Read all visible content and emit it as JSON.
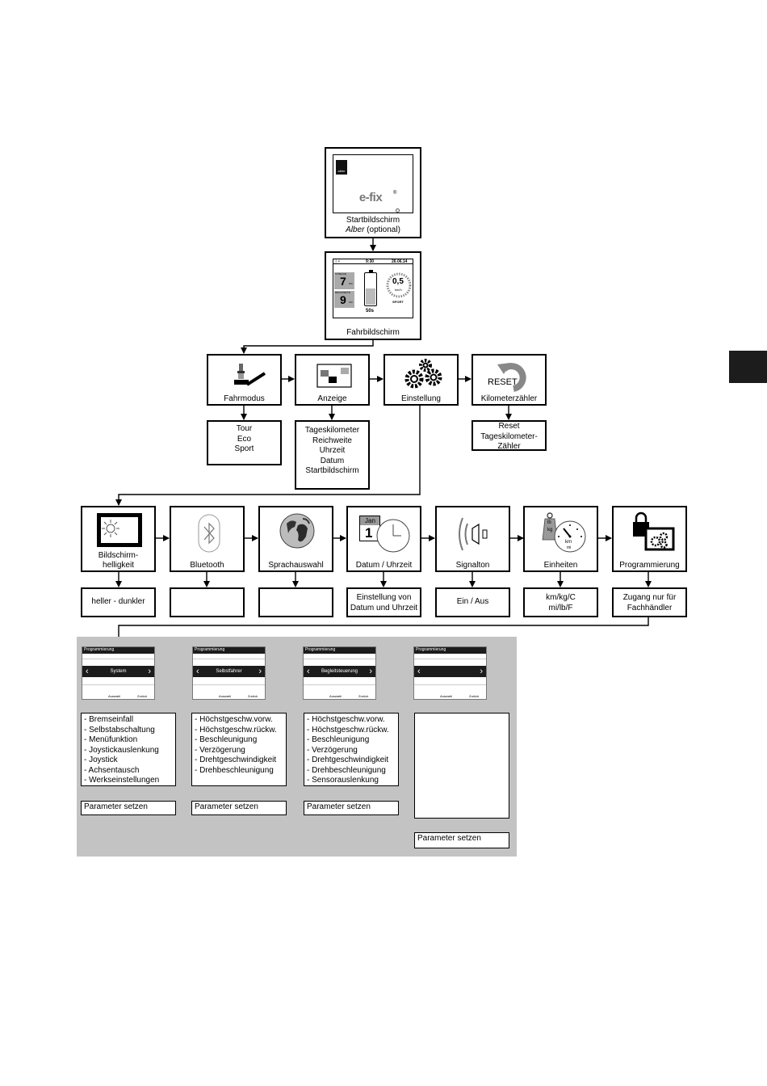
{
  "tab_color": "#1c1c1c",
  "panel_color": "#c3c3c3",
  "start": {
    "logo": "alber",
    "brand": "e-fix",
    "label_line1": "Startbildschirm",
    "label_line2_italic": "Alber",
    "label_line2_rest": "(optional)"
  },
  "drive": {
    "clock": "9:30",
    "date": "26.06.14",
    "strecke_label": "STRECKE",
    "strecke_value": "7",
    "strecke_unit": "KM",
    "reichweite_label": "REICHWEITE",
    "reichweite_value": "9",
    "reichweite_unit": "KM",
    "timer": "50s",
    "speed": "0,5",
    "speed_unit": "km/h",
    "mode": "SPORT",
    "label": "Fahrbildschirm"
  },
  "row1": [
    {
      "label": "Fahrmodus",
      "icon": "joystick-icon"
    },
    {
      "label": "Anzeige",
      "icon": "display-layout-icon"
    },
    {
      "label": "Einstellung",
      "icon": "gears-icon"
    },
    {
      "label": "Kilometerzähler",
      "icon": "reset-arrow-icon",
      "icon_text": "RESET"
    }
  ],
  "row1_details": {
    "fahrmodus": [
      "Tour",
      "Eco",
      "Sport"
    ],
    "anzeige": [
      "Tageskilometer",
      "Reichweite",
      "Uhrzeit",
      "Datum",
      "Startbildschirm"
    ],
    "km": [
      "Reset",
      "Tageskilometer-",
      "Zähler"
    ]
  },
  "row2": [
    {
      "label_lines": [
        "Bildschirm-",
        "helligkeit"
      ],
      "icon": "sun-icon"
    },
    {
      "label_lines": [
        "Bluetooth"
      ],
      "icon": "bluetooth-icon"
    },
    {
      "label_lines": [
        "Sprachauswahl"
      ],
      "icon": "globe-icon"
    },
    {
      "label_lines": [
        "Datum / Uhrzeit"
      ],
      "icon": "calendar-clock-icon",
      "cal_month": "Jan",
      "cal_day": "1"
    },
    {
      "label_lines": [
        "Signalton"
      ],
      "icon": "speaker-icon"
    },
    {
      "label_lines": [
        "Einheiten"
      ],
      "icon": "weight-speed-icon",
      "weight_text": "lb\nkg",
      "gauge_text": "km\nmi"
    },
    {
      "label_lines": [
        "Programmierung"
      ],
      "icon": "lock-gears-icon"
    }
  ],
  "row2_details": [
    [
      "heller - dunkler"
    ],
    [],
    [],
    [
      "Einstellung von",
      "Datum und Uhrzeit"
    ],
    [
      "Ein / Aus"
    ],
    [
      "km/kg/C",
      "mi/lb/F"
    ],
    [
      "Zugang nur für",
      "Fachhändler"
    ]
  ],
  "prog": {
    "screens": [
      {
        "title": "Programmierung",
        "selection": "System",
        "left_key": "Auswahl",
        "right_key": "Zurück"
      },
      {
        "title": "Programmierung",
        "selection": "Selbstfahrer",
        "left_key": "Auswahl",
        "right_key": "Zurück"
      },
      {
        "title": "Programmierung",
        "selection": "Begleitsteuerung",
        "left_key": "Auswahl",
        "right_key": "Zurück"
      },
      {
        "title": "Programmierung",
        "selection": "",
        "left_key": "Auswahl",
        "right_key": "Zurück"
      }
    ],
    "lists": [
      [
        "- Bremseinfall",
        "- Selbstabschaltung",
        "- Menüfunktion",
        "- Joystickauslenkung",
        "- Joystick",
        "- Achsentausch",
        "- Werkseinstellungen"
      ],
      [
        "- Höchstgeschw.vorw.",
        "- Höchstgeschw.rückw.",
        "- Beschleunigung",
        "- Verzögerung",
        "- Drehtgeschwindigkeit",
        "- Drehbeschleunigung"
      ],
      [
        "- Höchstgeschw.vorw.",
        "- Höchstgeschw.rückw.",
        "- Beschleunigung",
        "- Verzögerung",
        "- Drehtgeschwindigkeit",
        "- Drehbeschleunigung",
        "- Sensorauslenkung"
      ],
      []
    ],
    "param": [
      "Parameter setzen",
      "Parameter setzen",
      "Parameter setzen",
      "Parameter setzen"
    ]
  }
}
